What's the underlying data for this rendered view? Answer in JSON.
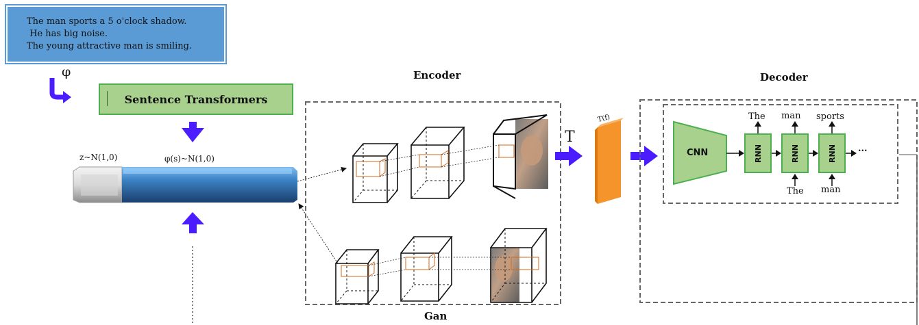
{
  "input_text": {
    "lines": [
      "The man sports a 5 o'clock shadow.",
      " He has big noise.",
      "The young attractive man is smiling."
    ]
  },
  "phi_symbol": "φ",
  "sentence_transformers_label": "Sentence Transformers",
  "noise_label": "z~N(1,0)",
  "embedding_label": "φ(s)~N(1,0)",
  "encoder_title": "Encoder",
  "gan_title": "Gan",
  "transform_symbol": "T",
  "feature_label": "T(f)",
  "decoder_title": "Decoder",
  "cnn_label": "CNN",
  "rnn_label": "RNN",
  "rnn_outputs": [
    "The",
    "man",
    "sports"
  ],
  "rnn_inputs": [
    "The",
    "man"
  ],
  "ellipsis": "...",
  "colors": {
    "text_box": "#5b9bd5",
    "green_fill": "#a9d18e",
    "green_border": "#4caf50",
    "arrow_blue": "#4a1cff",
    "orange": "#f4942a",
    "bar_blue": "#2f6fb0"
  }
}
